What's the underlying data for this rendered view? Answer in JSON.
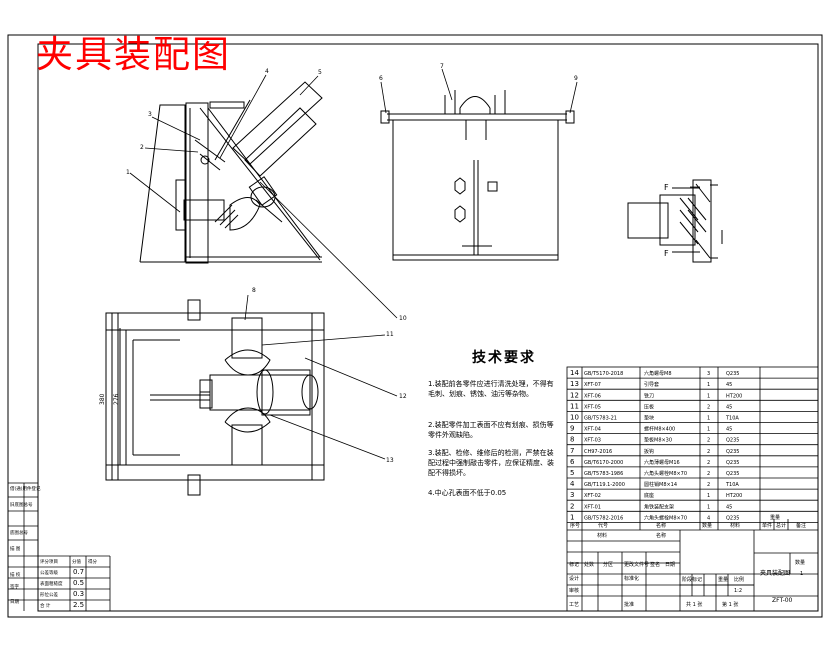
{
  "title": "夹具装配图",
  "callouts": {
    "n1": "1",
    "n2": "2",
    "n3": "3",
    "n4": "4",
    "n5": "5",
    "n6": "6",
    "n7": "7",
    "n8": "8",
    "n9": "9",
    "n10": "10",
    "n11": "11",
    "n12": "12",
    "n13": "13"
  },
  "dims": {
    "d380": "380",
    "d276": "276",
    "f_label": "F",
    "f2_label": "F"
  },
  "tech": {
    "heading": "技术要求",
    "items": [
      "1.装配前各零件应进行清洗处理，不得有毛刺、划痕、锈蚀、油污等杂物。",
      "2.装配零件加工表面不应有划痕、损伤等零件外观缺陷。",
      "3.装配、检修、维修后的检测，严禁在装配过程中强制敲击零件，应保证精度、装配不得损坏。",
      "4.中心孔表面不低于0.05"
    ]
  },
  "bom": {
    "rows": [
      {
        "no": "14",
        "code": "GB/T5170-2018",
        "name": "六角螺母M8",
        "qty": "3",
        "mat": "Q235"
      },
      {
        "no": "13",
        "code": "XFT-07",
        "name": "引导套",
        "qty": "1",
        "mat": "45"
      },
      {
        "no": "12",
        "code": "XFT-06",
        "name": "铣刀",
        "qty": "1",
        "mat": "HT200"
      },
      {
        "no": "11",
        "code": "XFT-05",
        "name": "压板",
        "qty": "2",
        "mat": "45"
      },
      {
        "no": "10",
        "code": "GB/T5783-21",
        "name": "垫块",
        "qty": "1",
        "mat": "T10A"
      },
      {
        "no": "9",
        "code": "XFT-04",
        "name": "螺杆M8×400",
        "qty": "1",
        "mat": "45"
      },
      {
        "no": "8",
        "code": "XFT-03",
        "name": "垫板M8×30",
        "qty": "2",
        "mat": "Q235"
      },
      {
        "no": "7",
        "code": "CH97-2016",
        "name": "扳钩",
        "qty": "2",
        "mat": "Q235"
      },
      {
        "no": "6",
        "code": "GB/T6170-2000",
        "name": "六角薄螺母M16",
        "qty": "2",
        "mat": "Q235"
      },
      {
        "no": "5",
        "code": "GB/T5783-1986",
        "name": "六角头螺栓M8×70",
        "qty": "2",
        "mat": "Q235"
      },
      {
        "no": "4",
        "code": "GB/T119.1-2000",
        "name": "圆柱销M8×14",
        "qty": "2",
        "mat": "T10A"
      },
      {
        "no": "3",
        "code": "XFT-02",
        "name": "底座",
        "qty": "1",
        "mat": "HT200"
      },
      {
        "no": "2",
        "code": "XFT-01",
        "name": "角铁装配支架",
        "qty": "1",
        "mat": "45"
      },
      {
        "no": "1",
        "code": "GB/T5782-2016",
        "name": "六角头螺栓M8×70",
        "qty": "4",
        "mat": "Q235"
      }
    ],
    "header": {
      "no": "序号",
      "code": "代号",
      "name": "名称",
      "qty": "数量",
      "mat": "材料",
      "unit_w": "单件",
      "total_w": "总计",
      "note": "备注",
      "weight": "重量"
    }
  },
  "title_block": {
    "drawing_name": "夹具装配图",
    "drawing_no": "ZFT-00",
    "sheet_total": "共 1 张",
    "sheet_no": "第 1 张",
    "scale": "1:2",
    "scale_label": "比例",
    "stage_label": "阶段标记",
    "weight_label": "重量",
    "ratio_label": "比例",
    "design": "设计",
    "check": "审核",
    "craft": "工艺",
    "approve": "批准",
    "standard": "标准化",
    "date": "日期",
    "sign": "签名",
    "mark": "标记",
    "count": "处数",
    "zone": "分区",
    "doc_no": "更改文件号",
    "qty_label": "数量",
    "material_label": "材料"
  },
  "left_block": {
    "labels": [
      "借(通)用件登记",
      "旧底图总号",
      "底图总号",
      "签 字",
      "日 期"
    ],
    "sub_labels": [
      "描 图",
      "描 校",
      "底图总号",
      "签字",
      "日期"
    ],
    "table": [
      {
        "k": "公差等级",
        "v": "0.7"
      },
      {
        "k": "表面粗糙度",
        "v": "0.5"
      },
      {
        "k": "形位公差",
        "v": "0.3"
      },
      {
        "k": "合 计",
        "v": "2.5"
      }
    ],
    "head": [
      "评分项目",
      "分值",
      "得分"
    ]
  }
}
